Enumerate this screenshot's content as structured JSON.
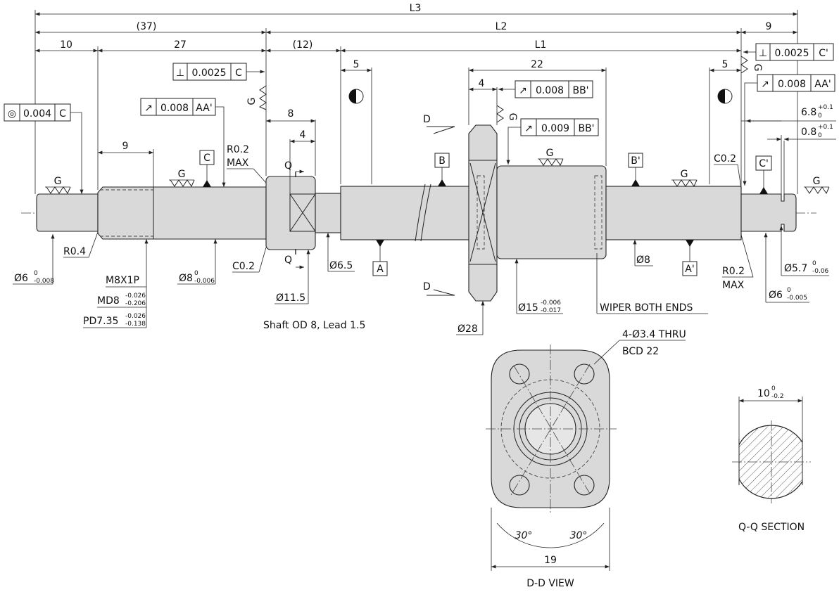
{
  "dims": {
    "L3": "L3",
    "p37": "(37)",
    "L2": "L2",
    "n9": "9",
    "n10": "10",
    "n27": "27",
    "p12": "(12)",
    "L1": "L1",
    "n5a": "5",
    "n22": "22",
    "n5b": "5",
    "n4a": "4",
    "n9b": "9",
    "n8": "8",
    "n4b": "4",
    "r02max_l1": "R0.2",
    "r02max_l2": "MAX",
    "c02_top": "C0.2",
    "c02_bot": "C0.2",
    "r04": "R0.4",
    "r02_right_1": "R0.2",
    "r02_right_2": "MAX",
    "q1": "Q",
    "q2": "Q"
  },
  "tol": {
    "d6_main": "Ø6",
    "d6_up": "0",
    "d6_lo": "-0.008",
    "m8": "M8X1P",
    "md8_main": "MD8",
    "md8_up": "-0.026",
    "md8_lo": "-0.206",
    "pd_main": "PD7.35",
    "pd_up": "-0.026",
    "pd_lo": "-0.138",
    "d8_main": "Ø8",
    "d8_up": "0",
    "d8_lo": "-0.006",
    "d115": "Ø11.5",
    "d65": "Ø6.5",
    "d15_main": "Ø15",
    "d15_up": "-0.006",
    "d15_lo": "-0.017",
    "d28": "Ø28",
    "d8b": "Ø8",
    "d57_main": "Ø5.7",
    "d57_up": "0",
    "d57_lo": "-0.06",
    "d6r_main": "Ø6",
    "d6r_up": "0",
    "d6r_lo": "-0.005",
    "r68_main": "6.8",
    "r68_up": "+0.1",
    "r68_lo": "0",
    "r08_main": "0.8",
    "r08_up": "+0.1",
    "r08_lo": "0",
    "q10_main": "10",
    "q10_up": "0",
    "q10_lo": "-0.2"
  },
  "gdt": {
    "conc_sym": "◎",
    "conc_val": "0.004",
    "conc_ref": "C",
    "perp1_sym": "⊥",
    "perp1_val": "0.0025",
    "perp1_ref": "C",
    "perp2_sym": "⊥",
    "perp2_val": "0.0025",
    "perp2_ref": "C'",
    "run1_sym": "↗",
    "run1_val": "0.008",
    "run1_ref": "AA'",
    "run2_sym": "↗",
    "run2_val": "0.008",
    "run2_ref": "BB'",
    "run3_sym": "↗",
    "run3_val": "0.009",
    "run3_ref": "BB'",
    "run4_sym": "↗",
    "run4_val": "0.008",
    "run4_ref": "AA'"
  },
  "datums": {
    "A": "A",
    "Ap": "A'",
    "B": "B",
    "Bp": "B'",
    "C": "C",
    "Cp": "C'"
  },
  "notes": {
    "g": "G",
    "d": "D",
    "shaft": "Shaft OD 8, Lead 1.5",
    "wiper": "WIPER BOTH ENDS",
    "holes": "4-Ø3.4 THRU",
    "bcd": "BCD 22",
    "dd_view": "D-D VIEW",
    "qq_section": "Q-Q SECTION",
    "ang1": "30°",
    "ang2": "30°",
    "w19": "19"
  }
}
